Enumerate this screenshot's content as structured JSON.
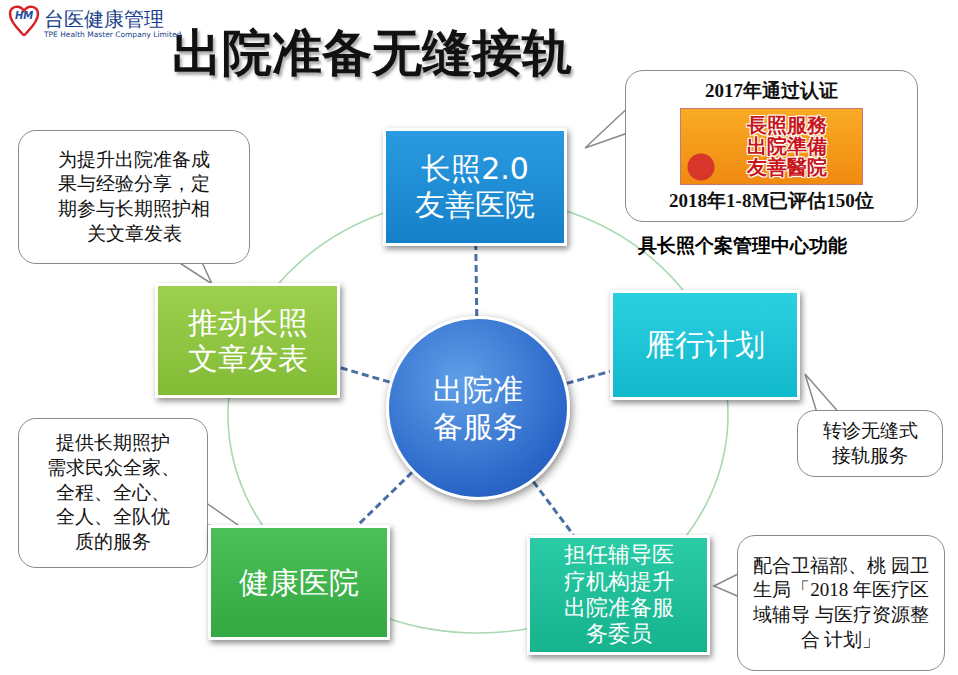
{
  "diagram": {
    "title": "出院准备无缝接轨",
    "nodes": [
      {
        "text": [
          "长照2.0 友善医院"
        ]
      },
      {
        "text": [
          "2017年通过认证",
          "2018年1-8M已评估150位"
        ]
      },
      {
        "text": [
          "長照服務 出院準備 友善醫院"
        ],
        "in": 1
      },
      {
        "text": [
          "为提升出院准备成 果与经验分享，定 期参与长期照护相 关文章发表"
        ]
      },
      {
        "text": [
          "推动长照 文章发表"
        ]
      },
      {
        "text": [
          "出院准 备服务"
        ]
      },
      {
        "text": [
          "雁行计划"
        ]
      },
      {
        "text": [
          "转诊无缝式 接轨服务"
        ]
      },
      {
        "text": [
          "提供长期照护 需求民众全家、 全程、全心、 全人、全队优 质的服务"
        ]
      },
      {
        "text": [
          "健康医院"
        ]
      },
      {
        "text": [
          "担任辅导医 疗机构提升 出院准备服 务委员"
        ]
      },
      {
        "text": [
          "配合卫福部、桃 园卫生局「2018 年医疗区域辅导 与医疗资源整合 计划」"
        ]
      }
    ],
    "edges": [
      {
        "from": 5,
        "to": 0,
        "arrow": "none"
      },
      {
        "from": 5,
        "to": 4,
        "arrow": "none"
      },
      {
        "from": 5,
        "to": 6,
        "arrow": "none"
      },
      {
        "from": 5,
        "to": 9,
        "arrow": "none"
      },
      {
        "from": 5,
        "to": 10,
        "arrow": "none"
      }
    ],
    "labels": [
      "HM",
      "台医健康管理",
      "TPE Health Master Company Limited",
      "具长照个案管理中心功能"
    ]
  }
}
